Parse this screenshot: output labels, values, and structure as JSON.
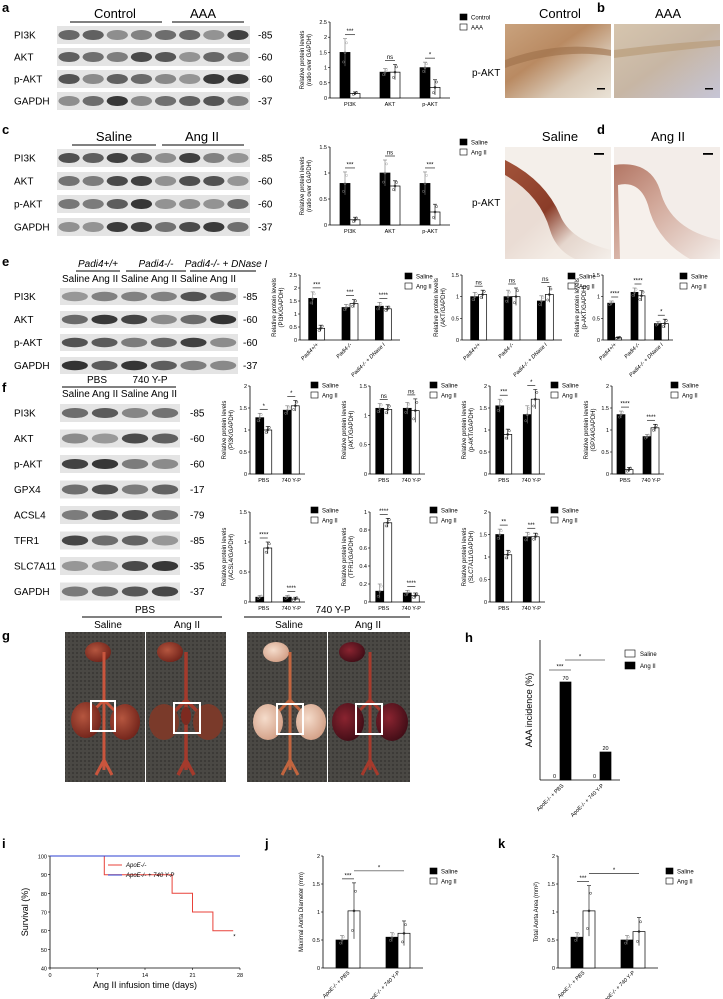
{
  "panels": {
    "a": {
      "label": "a",
      "groups": [
        "Control",
        "AAA"
      ],
      "rows": [
        {
          "name": "PI3K",
          "kda": "-85"
        },
        {
          "name": "AKT",
          "kda": "-60"
        },
        {
          "name": "p-AKT",
          "kda": "-60"
        },
        {
          "name": "GAPDH",
          "kda": "-37"
        }
      ]
    },
    "b": {
      "label": "b",
      "titles": [
        "Control",
        "AAA"
      ],
      "side": "p-AKT"
    },
    "c": {
      "label": "c",
      "groups": [
        "Saline",
        "Ang II"
      ],
      "rows": [
        {
          "name": "PI3K",
          "kda": "-85"
        },
        {
          "name": "AKT",
          "kda": "-60"
        },
        {
          "name": "p-AKT",
          "kda": "-60"
        },
        {
          "name": "GAPDH",
          "kda": "-37"
        }
      ]
    },
    "d": {
      "label": "d",
      "titles": [
        "Saline",
        "Ang II"
      ],
      "side": "p-AKT"
    },
    "e": {
      "label": "e",
      "groups": [
        "Padi4+/+",
        "Padi4-/-",
        "Padi4-/- + DNase I"
      ],
      "sub": "Saline Ang II Saline Ang II Saline Ang II",
      "rows": [
        {
          "name": "PI3K",
          "kda": "-85"
        },
        {
          "name": "AKT",
          "kda": "-60"
        },
        {
          "name": "p-AKT",
          "kda": "-60"
        },
        {
          "name": "GAPDH",
          "kda": "-37"
        }
      ]
    },
    "f": {
      "label": "f",
      "groups": [
        "PBS",
        "740 Y-P"
      ],
      "sub": "Saline Ang II Saline Ang II",
      "rows": [
        {
          "name": "PI3K",
          "kda": "-85"
        },
        {
          "name": "AKT",
          "kda": "-60"
        },
        {
          "name": "p-AKT",
          "kda": "-60"
        },
        {
          "name": "GPX4",
          "kda": "-17"
        },
        {
          "name": "ACSL4",
          "kda": "-79"
        },
        {
          "name": "TFR1",
          "kda": "-85"
        },
        {
          "name": "SLC7A11",
          "kda": "-35"
        },
        {
          "name": "GAPDH",
          "kda": "-37"
        }
      ]
    },
    "g": {
      "label": "g",
      "groups": [
        "PBS",
        "740 Y-P"
      ],
      "sub": [
        "Saline",
        "Ang II",
        "Saline",
        "Ang II"
      ]
    },
    "h": {
      "label": "h"
    },
    "i": {
      "label": "i"
    },
    "j": {
      "label": "j"
    },
    "k": {
      "label": "k"
    }
  },
  "chart_data": [
    {
      "id": "a",
      "type": "bar",
      "ylabel": "Relative protein levels (ratio over GAPDH)",
      "categories": [
        "PI3K",
        "AKT",
        "p-AKT"
      ],
      "ylim": [
        0,
        2.5
      ],
      "yticks": [
        0,
        0.5,
        1.0,
        1.5,
        2.0,
        2.5
      ],
      "series": [
        {
          "name": "Control",
          "values": [
            1.5,
            0.85,
            1.0
          ],
          "errors": [
            0.45,
            0.12,
            0.18
          ]
        },
        {
          "name": "AAA",
          "values": [
            0.15,
            0.85,
            0.35
          ],
          "errors": [
            0.05,
            0.25,
            0.25
          ]
        }
      ],
      "sig": [
        "***",
        "ns",
        "*"
      ]
    },
    {
      "id": "c",
      "type": "bar",
      "ylabel": "Relative protein levels (ratio over GAPDH)",
      "categories": [
        "PI3K",
        "AKT",
        "p-AKT"
      ],
      "ylim": [
        0,
        1.5
      ],
      "yticks": [
        0,
        0.5,
        1.0,
        1.5
      ],
      "series": [
        {
          "name": "Saline",
          "values": [
            0.8,
            1.0,
            0.8
          ],
          "errors": [
            0.22,
            0.25,
            0.22
          ]
        },
        {
          "name": "Ang II",
          "values": [
            0.1,
            0.75,
            0.25
          ],
          "errors": [
            0.05,
            0.1,
            0.15
          ]
        }
      ],
      "sig": [
        "***",
        "ns",
        "***"
      ]
    },
    {
      "id": "e1",
      "type": "bar",
      "ylabel": "Relative protein levels (PI3K/GAPDH)",
      "categories": [
        "Padi4+/+",
        "Padi4-/-",
        "Padi4-/- + DNase I"
      ],
      "ylim": [
        0,
        2.5
      ],
      "yticks": [
        0,
        0.5,
        1.0,
        1.5,
        2.0,
        2.5
      ],
      "series": [
        {
          "name": "Saline",
          "values": [
            1.6,
            1.25,
            1.3
          ],
          "errors": [
            0.25,
            0.12,
            0.15
          ]
        },
        {
          "name": "Ang II",
          "values": [
            0.45,
            1.4,
            1.2
          ],
          "errors": [
            0.12,
            0.15,
            0.1
          ]
        }
      ],
      "sig": [
        "***",
        "***",
        "****"
      ]
    },
    {
      "id": "e2",
      "type": "bar",
      "ylabel": "Relative protein levels (AKT/GAPDH)",
      "categories": [
        "Padi4+/+",
        "Padi4-/-",
        "Padi4-/- + DNase I"
      ],
      "ylim": [
        0,
        1.5
      ],
      "yticks": [
        0,
        0.5,
        1.0,
        1.5
      ],
      "series": [
        {
          "name": "Saline",
          "values": [
            1.0,
            1.0,
            0.9
          ],
          "errors": [
            0.1,
            0.15,
            0.12
          ]
        },
        {
          "name": "Ang II",
          "values": [
            1.05,
            1.0,
            1.05
          ],
          "errors": [
            0.1,
            0.2,
            0.18
          ]
        }
      ],
      "sig": [
        "ns",
        "ns",
        "ns"
      ]
    },
    {
      "id": "e3",
      "type": "bar",
      "ylabel": "Relative protein levels (p-AKT/GAPDH)",
      "categories": [
        "Padi4+/+",
        "Padi4-/-",
        "Padi4-/- + DNase I"
      ],
      "ylim": [
        0,
        1.5
      ],
      "yticks": [
        0,
        0.5,
        1.0,
        1.5
      ],
      "series": [
        {
          "name": "Saline",
          "values": [
            0.85,
            1.1,
            0.38
          ],
          "errors": [
            0.05,
            0.1,
            0.05
          ]
        },
        {
          "name": "Ang II",
          "values": [
            0.05,
            1.02,
            0.38
          ],
          "errors": [
            0.02,
            0.12,
            0.1
          ]
        }
      ],
      "sig": [
        "****",
        "****",
        "*"
      ]
    },
    {
      "id": "f1",
      "type": "bar",
      "ylabel": "Relative protein levels (PI3K/GAPDH)",
      "categories": [
        "PBS",
        "740 Y-P"
      ],
      "ylim": [
        0,
        2.0
      ],
      "yticks": [
        0,
        0.5,
        1.0,
        1.5,
        2.0
      ],
      "series": [
        {
          "name": "Saline",
          "values": [
            1.28,
            1.45
          ],
          "errors": [
            0.1,
            0.1
          ]
        },
        {
          "name": "Ang II",
          "values": [
            1.0,
            1.55
          ],
          "errors": [
            0.08,
            0.12
          ]
        }
      ],
      "sig": [
        "*",
        "*"
      ]
    },
    {
      "id": "f2",
      "type": "bar",
      "ylabel": "Relative protein levels (AKT/GAPDH)",
      "categories": [
        "PBS",
        "740 Y-P"
      ],
      "ylim": [
        0,
        1.5
      ],
      "yticks": [
        0,
        0.5,
        1.0,
        1.5
      ],
      "series": [
        {
          "name": "Saline",
          "values": [
            1.12,
            1.12
          ],
          "errors": [
            0.08,
            0.1
          ]
        },
        {
          "name": "Ang II",
          "values": [
            1.1,
            1.08
          ],
          "errors": [
            0.08,
            0.2
          ]
        }
      ],
      "sig": [
        "ns",
        "ns"
      ]
    },
    {
      "id": "f3",
      "type": "bar",
      "ylabel": "Relative protein levels (p-AKT/GAPDH)",
      "categories": [
        "PBS",
        "740 Y-P"
      ],
      "ylim": [
        0,
        2.0
      ],
      "yticks": [
        0,
        0.5,
        1.0,
        1.5,
        2.0
      ],
      "series": [
        {
          "name": "Saline",
          "values": [
            1.55,
            1.35
          ],
          "errors": [
            0.15,
            0.2
          ]
        },
        {
          "name": "Ang II",
          "values": [
            0.9,
            1.7
          ],
          "errors": [
            0.12,
            0.22
          ]
        }
      ],
      "sig": [
        "***",
        "*"
      ]
    },
    {
      "id": "f4",
      "type": "bar",
      "ylabel": "Relative protein levels (GPX4/GAPDH)",
      "categories": [
        "PBS",
        "740 Y-P"
      ],
      "ylim": [
        0,
        2.0
      ],
      "yticks": [
        0,
        0.5,
        1.0,
        1.5,
        2.0
      ],
      "series": [
        {
          "name": "Saline",
          "values": [
            1.35,
            0.85
          ],
          "errors": [
            0.08,
            0.05
          ]
        },
        {
          "name": "Ang II",
          "values": [
            0.1,
            1.05
          ],
          "errors": [
            0.05,
            0.08
          ]
        }
      ],
      "sig": [
        "****",
        "****"
      ]
    },
    {
      "id": "f5",
      "type": "bar",
      "ylabel": "Relative protein levels (ACSL4/GAPDH)",
      "categories": [
        "PBS",
        "740 Y-P"
      ],
      "ylim": [
        0,
        1.5
      ],
      "yticks": [
        0,
        0.5,
        1.0,
        1.5
      ],
      "series": [
        {
          "name": "Saline",
          "values": [
            0.08,
            0.08
          ],
          "errors": [
            0.03,
            0.03
          ]
        },
        {
          "name": "Ang II",
          "values": [
            0.9,
            0.05
          ],
          "errors": [
            0.1,
            0.03
          ]
        }
      ],
      "sig": [
        "****",
        "****"
      ]
    },
    {
      "id": "f6",
      "type": "bar",
      "ylabel": "Relative protein levels (TFR1/GAPDH)",
      "categories": [
        "PBS",
        "740 Y-P"
      ],
      "ylim": [
        0,
        1.0
      ],
      "yticks": [
        0,
        0.2,
        0.4,
        0.6,
        0.8,
        1.0
      ],
      "series": [
        {
          "name": "Saline",
          "values": [
            0.12,
            0.1
          ],
          "errors": [
            0.08,
            0.03
          ]
        },
        {
          "name": "Ang II",
          "values": [
            0.88,
            0.07
          ],
          "errors": [
            0.05,
            0.03
          ]
        }
      ],
      "sig": [
        "****",
        "****"
      ]
    },
    {
      "id": "f7",
      "type": "bar",
      "ylabel": "Relative protein levels (SLC7A11/GAPDH)",
      "categories": [
        "PBS",
        "740 Y-P"
      ],
      "ylim": [
        0,
        2.0
      ],
      "yticks": [
        0,
        0.5,
        1.0,
        1.5,
        2.0
      ],
      "series": [
        {
          "name": "Saline",
          "values": [
            1.5,
            1.45
          ],
          "errors": [
            0.12,
            0.1
          ]
        },
        {
          "name": "Ang II",
          "values": [
            1.05,
            1.45
          ],
          "errors": [
            0.1,
            0.08
          ]
        }
      ],
      "sig": [
        "**",
        "***"
      ]
    },
    {
      "id": "h",
      "type": "bar",
      "ylabel": "AAA incidence (%)",
      "categories": [
        "ApoE-/- + PBS",
        "ApoE-/- + 740 Y-P"
      ],
      "series": [
        {
          "name": "Saline",
          "values": [
            0,
            0
          ]
        },
        {
          "name": "Ang II",
          "values": [
            70,
            20
          ]
        }
      ],
      "value_labels": [
        "0",
        "70",
        "0",
        "20"
      ],
      "sig": [
        "***",
        "*"
      ]
    },
    {
      "id": "i",
      "type": "line",
      "xlabel": "Ang II infusion time (days)",
      "ylabel": "Survival (%)",
      "xlim": [
        0,
        28
      ],
      "ylim": [
        40,
        100
      ],
      "xticks": [
        0,
        7,
        14,
        21,
        28
      ],
      "yticks": [
        40,
        50,
        60,
        70,
        80,
        90,
        100
      ],
      "series": [
        {
          "name": "ApoE-/-",
          "color": "#e8423a",
          "steps": [
            [
              0,
              100
            ],
            [
              8,
              100
            ],
            [
              8,
              90
            ],
            [
              18,
              90
            ],
            [
              18,
              80
            ],
            [
              21,
              80
            ],
            [
              21,
              70
            ],
            [
              24,
              70
            ],
            [
              24,
              60
            ],
            [
              27,
              60
            ]
          ]
        },
        {
          "name": "ApoE-/- + 740 Y-P",
          "color": "#2b3fd1",
          "steps": [
            [
              0,
              100
            ],
            [
              28,
              100
            ]
          ]
        }
      ],
      "sig": "*"
    },
    {
      "id": "j",
      "type": "bar",
      "ylabel": "Maximal Aorta Diameter (mm)",
      "categories": [
        "ApoE-/- + PBS",
        "ApoE-/- + 740 Y-P"
      ],
      "ylim": [
        0,
        2.0
      ],
      "yticks": [
        0,
        0.5,
        1.0,
        1.5,
        2.0
      ],
      "series": [
        {
          "name": "Saline",
          "values": [
            0.5,
            0.55
          ],
          "errors": [
            0.08,
            0.08
          ]
        },
        {
          "name": "Ang II",
          "values": [
            1.02,
            0.62
          ],
          "errors": [
            0.5,
            0.22
          ]
        }
      ],
      "sig": [
        "***",
        "*"
      ]
    },
    {
      "id": "k",
      "type": "bar",
      "ylabel": "Total Aorta Area (mm²)",
      "categories": [
        "ApoE-/- + PBS",
        "ApoE-/- + 740 Y-P"
      ],
      "ylim": [
        0,
        2.0
      ],
      "yticks": [
        0,
        0.5,
        1.0,
        1.5,
        2.0
      ],
      "series": [
        {
          "name": "Saline",
          "values": [
            0.55,
            0.5
          ],
          "errors": [
            0.08,
            0.08
          ]
        },
        {
          "name": "Ang II",
          "values": [
            1.02,
            0.65
          ],
          "errors": [
            0.45,
            0.25
          ]
        }
      ],
      "sig": [
        "***",
        "*"
      ]
    }
  ]
}
